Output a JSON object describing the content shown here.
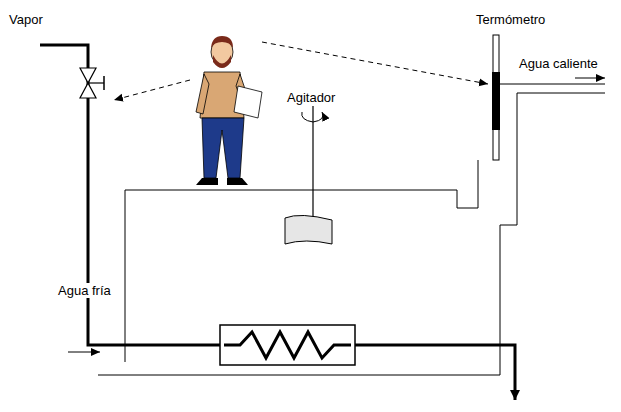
{
  "diagram": {
    "labels": [
      "Termómetro",
      "Vapor",
      "Agua caliente",
      "Agitador",
      "Agua fría"
    ]
  }
}
